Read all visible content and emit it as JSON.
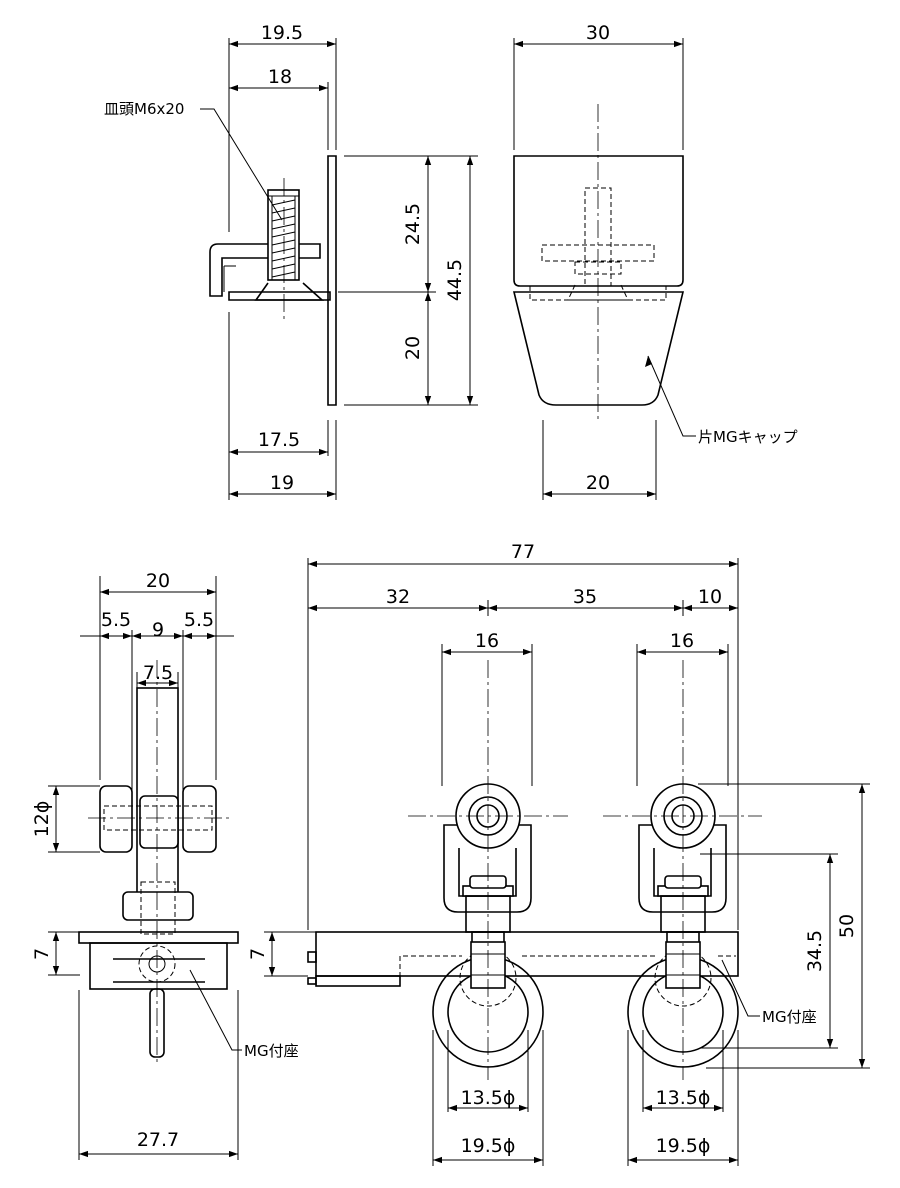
{
  "side_view": {
    "dim_top_outer": "19.5",
    "dim_top_inner": "18",
    "dim_bottom_inner": "17.5",
    "dim_bottom_outer": "19",
    "dim_upper_height": "24.5",
    "dim_lower_height": "20",
    "dim_total_height": "44.5",
    "screw_label": "皿頭M6x20"
  },
  "front_view": {
    "dim_top_width": "30",
    "dim_bottom_width": "20",
    "cap_label": "片MGキャップ"
  },
  "end_view": {
    "dim_width": "20",
    "dim_left": "5.5",
    "dim_mid": "9",
    "dim_right": "5.5",
    "dim_shaft": "7.5",
    "dim_roller": "12ϕ",
    "dim_plate": "7",
    "dim_base_width": "27.7",
    "base_label": "MG付座"
  },
  "plan_view": {
    "dim_total": "77",
    "dim_left_offset": "32",
    "dim_pitch": "35",
    "dim_right_offset": "10",
    "dim_roller_w1": "16",
    "dim_roller_w2": "16",
    "dim_plate": "7",
    "dim_mid_height": "34.5",
    "dim_total_height": "50",
    "dim_ring_inner_1": "13.5ϕ",
    "dim_ring_inner_2": "13.5ϕ",
    "dim_ring_outer_1": "19.5ϕ",
    "dim_ring_outer_2": "19.5ϕ",
    "base_label": "MG付座"
  }
}
